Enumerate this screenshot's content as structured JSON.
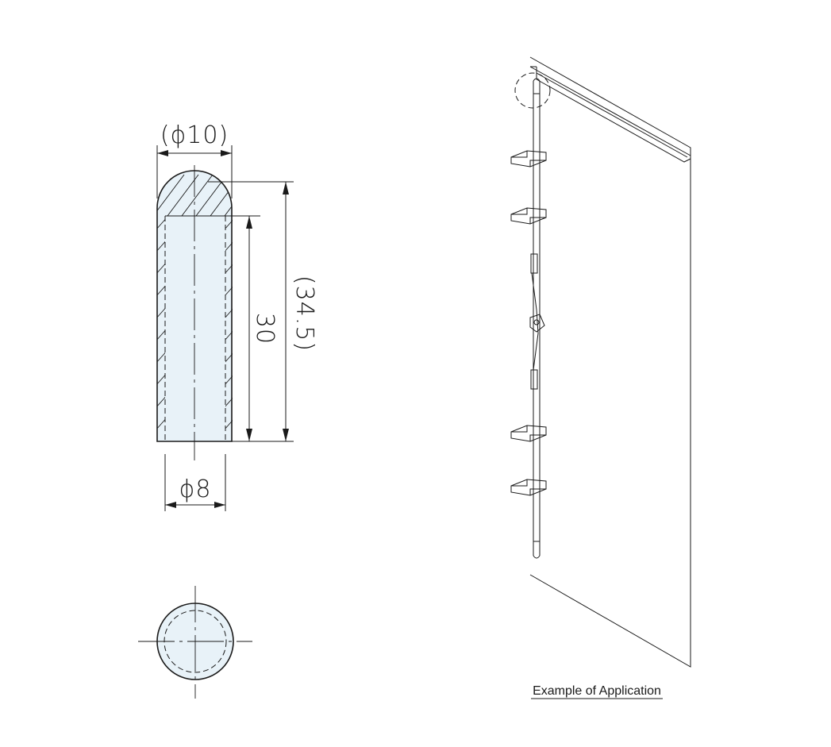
{
  "dimensions": {
    "outer_diameter": "(ϕ10)",
    "inner_diameter": "ϕ8",
    "length": "30",
    "overall_length": "(34.5)"
  },
  "caption": "Example of Application",
  "colors": {
    "line": "#1a1a1a",
    "part_fill": "#e8f2f8",
    "background": "#ffffff"
  }
}
